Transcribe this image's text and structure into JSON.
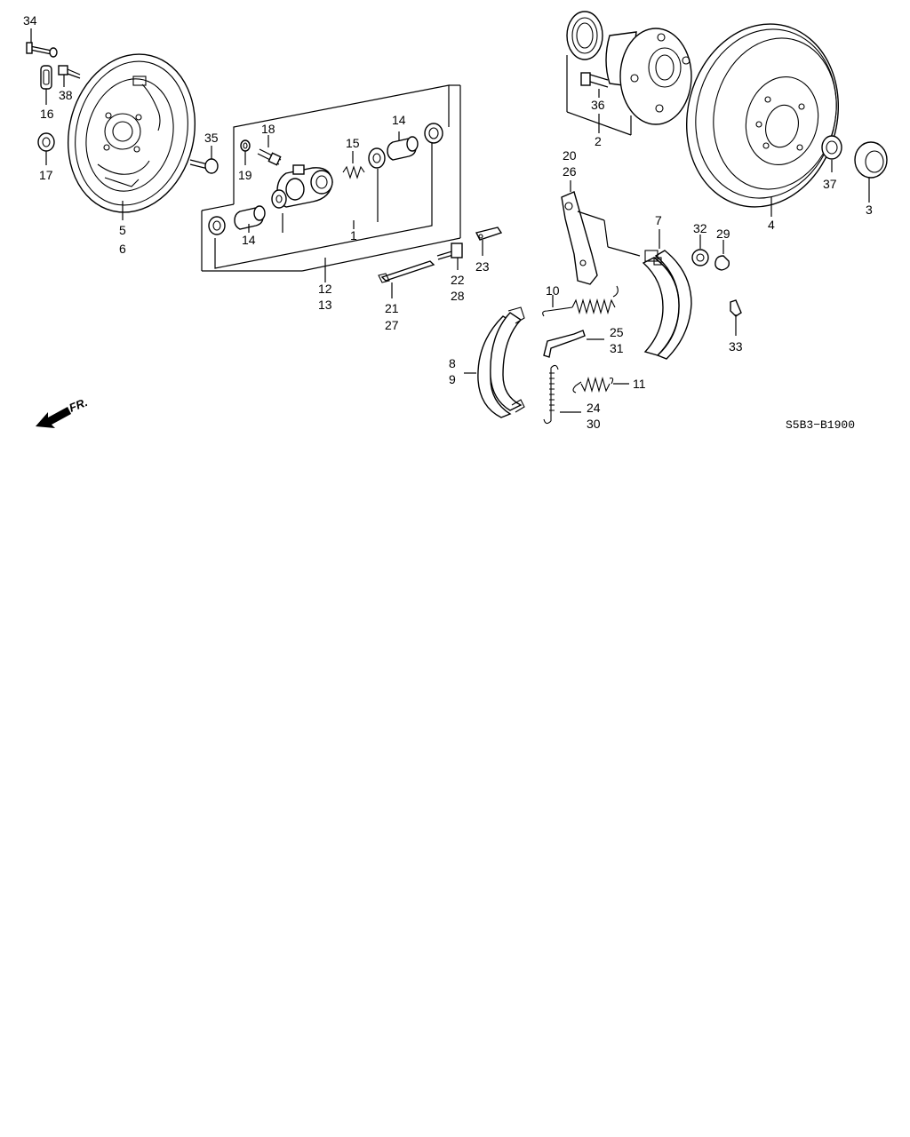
{
  "diagram_code": "S5B3−B1900",
  "direction_label": "FR.",
  "callouts": {
    "c34": "34",
    "c38": "38",
    "c16": "16",
    "c17": "17",
    "c5": "5",
    "c6": "6",
    "c35": "35",
    "c18": "18",
    "c19": "19",
    "c15": "15",
    "c14a": "14",
    "c14b": "14",
    "c1": "1",
    "c12": "12",
    "c13": "13",
    "c21": "21",
    "c27": "27",
    "c22": "22",
    "c28": "28",
    "c23": "23",
    "c20": "20",
    "c26": "26",
    "c10": "10",
    "c25": "25",
    "c31": "31",
    "c8": "8",
    "c9": "9",
    "c24": "24",
    "c30": "30",
    "c11": "11",
    "c7": "7",
    "c32": "32",
    "c29": "29",
    "c33": "33",
    "c36": "36",
    "c2": "2",
    "c4": "4",
    "c37": "37",
    "c3": "3"
  }
}
